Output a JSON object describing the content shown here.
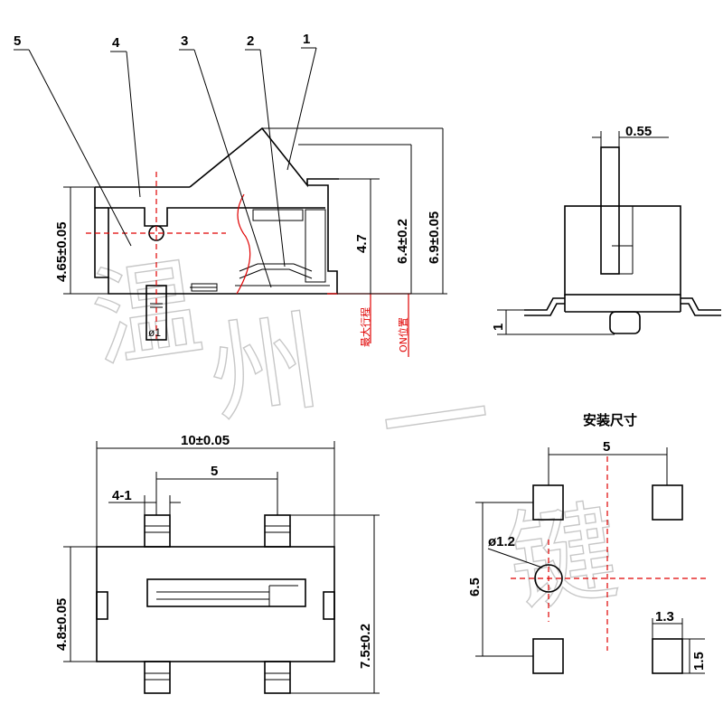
{
  "callouts": [
    "5",
    "4",
    "3",
    "2",
    "1"
  ],
  "side_view": {
    "dim_height": "4.65±0.05",
    "dim_travel": "4.7",
    "dim_total": "6.4±0.2",
    "dim_total2": "6.9±0.05",
    "pin_dia": "ø1",
    "note_max_travel": "最大行程",
    "note_on_position": "ON位置"
  },
  "end_view": {
    "dim_lever_width": "0.55",
    "dim_standoff": "1"
  },
  "top_view": {
    "dim_length": "10±0.05",
    "dim_pitch": "5",
    "dim_pad": "4-1",
    "dim_body_width": "4.8±0.05",
    "dim_overall_width": "7.5±0.2"
  },
  "footprint": {
    "title": "安装尺寸",
    "dim_pitch": "5",
    "dim_hole": "ø1.2",
    "dim_row": "6.5",
    "dim_pad_w": "1.3",
    "dim_pad_h": "1.5"
  },
  "watermark": "温州一键"
}
